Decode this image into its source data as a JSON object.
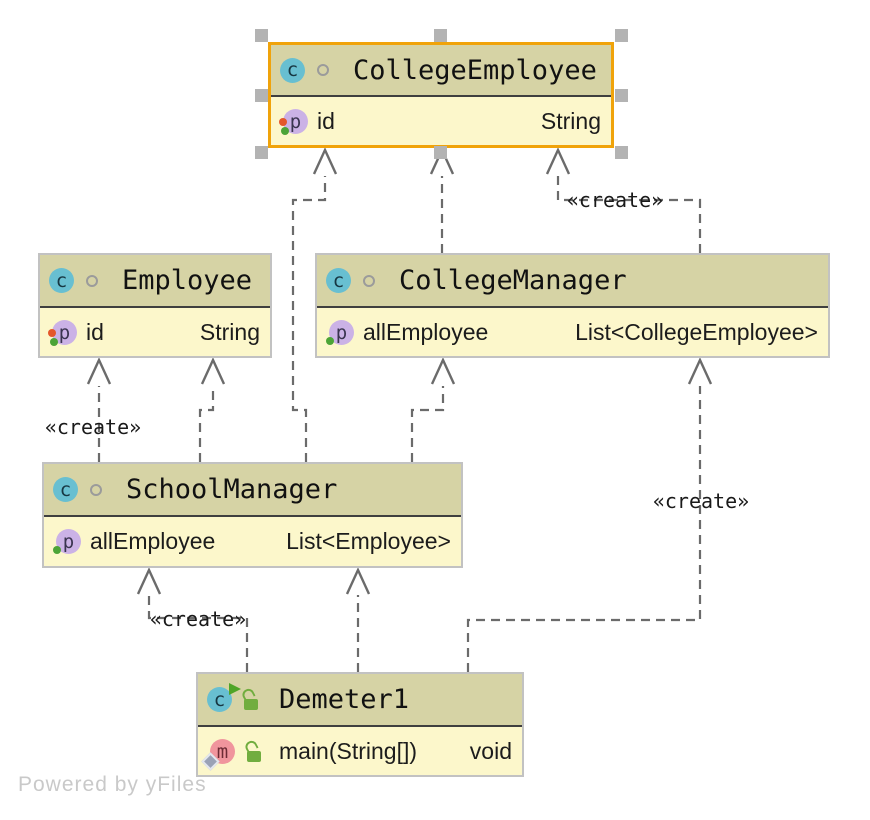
{
  "diagram": {
    "classes": [
      {
        "icon": "c",
        "name": "CollegeEmployee",
        "selected": true,
        "member": {
          "icon": "p",
          "name": "id",
          "type": "String"
        }
      },
      {
        "icon": "c",
        "name": "Employee",
        "selected": false,
        "member": {
          "icon": "p",
          "name": "id",
          "type": "String"
        }
      },
      {
        "icon": "c",
        "name": "CollegeManager",
        "selected": false,
        "member": {
          "icon": "p",
          "name": "allEmployee",
          "type": "List<CollegeEmployee>"
        }
      },
      {
        "icon": "c",
        "name": "SchoolManager",
        "selected": false,
        "member": {
          "icon": "p",
          "name": "allEmployee",
          "type": "List<Employee>"
        }
      },
      {
        "icon": "c",
        "name": "Demeter1",
        "selected": false,
        "member": {
          "icon": "m",
          "name": "main(String[])",
          "type": "void"
        }
      }
    ],
    "edge_labels": [
      {
        "text": "«create»"
      },
      {
        "text": "«create»"
      },
      {
        "text": "«create»"
      },
      {
        "text": "«create»"
      }
    ],
    "colors": {
      "node_header": "#d6d3a5",
      "node_body": "#fcf7cb",
      "node_border": "#c2c2c2",
      "selection_border": "#f0a30a",
      "selection_handle": "#b3b3b3",
      "edge": "#6b6b6b",
      "class_icon": "#68bfd1",
      "property_icon": "#cbb2e6",
      "method_icon": "#f0959d",
      "public_lock": "#71ad3f",
      "dot_orange": "#e4572b",
      "dot_green": "#4ca437"
    }
  },
  "footer": {
    "text": "Powered by yFiles"
  }
}
